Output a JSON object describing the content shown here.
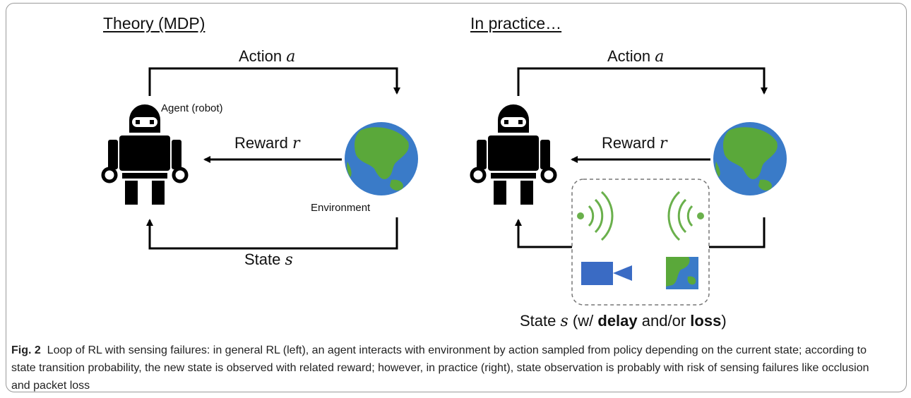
{
  "left": {
    "heading": "Theory (MDP)",
    "action": {
      "label": "Action",
      "var": "a"
    },
    "reward": {
      "label": "Reward",
      "var": "r"
    },
    "state": {
      "label": "State",
      "var": "s"
    },
    "agent_label": "Agent (robot)",
    "environment_label": "Environment"
  },
  "right": {
    "heading": "In practice…",
    "action": {
      "label": "Action",
      "var": "a"
    },
    "reward": {
      "label": "Reward",
      "var": "r"
    },
    "state": {
      "label": "State",
      "var": "s",
      "open": "(w/",
      "delay": "delay",
      "andor": "and/or",
      "loss": "loss",
      "close": ")"
    }
  },
  "caption": {
    "figno": "Fig. 2",
    "text": "Loop of RL with sensing failures: in general RL (left), an agent interacts with environment by action sampled from policy depending on the current state; according to state transition probability, the new state is observed with related reward; however, in practice (right), state observation is probably with risk of sensing failures like occlusion and packet loss"
  },
  "colors": {
    "signal": "#6ab04c",
    "camera": "#3a6bc4",
    "ocean": "#3a7bc8",
    "land": "#5aa83a"
  }
}
